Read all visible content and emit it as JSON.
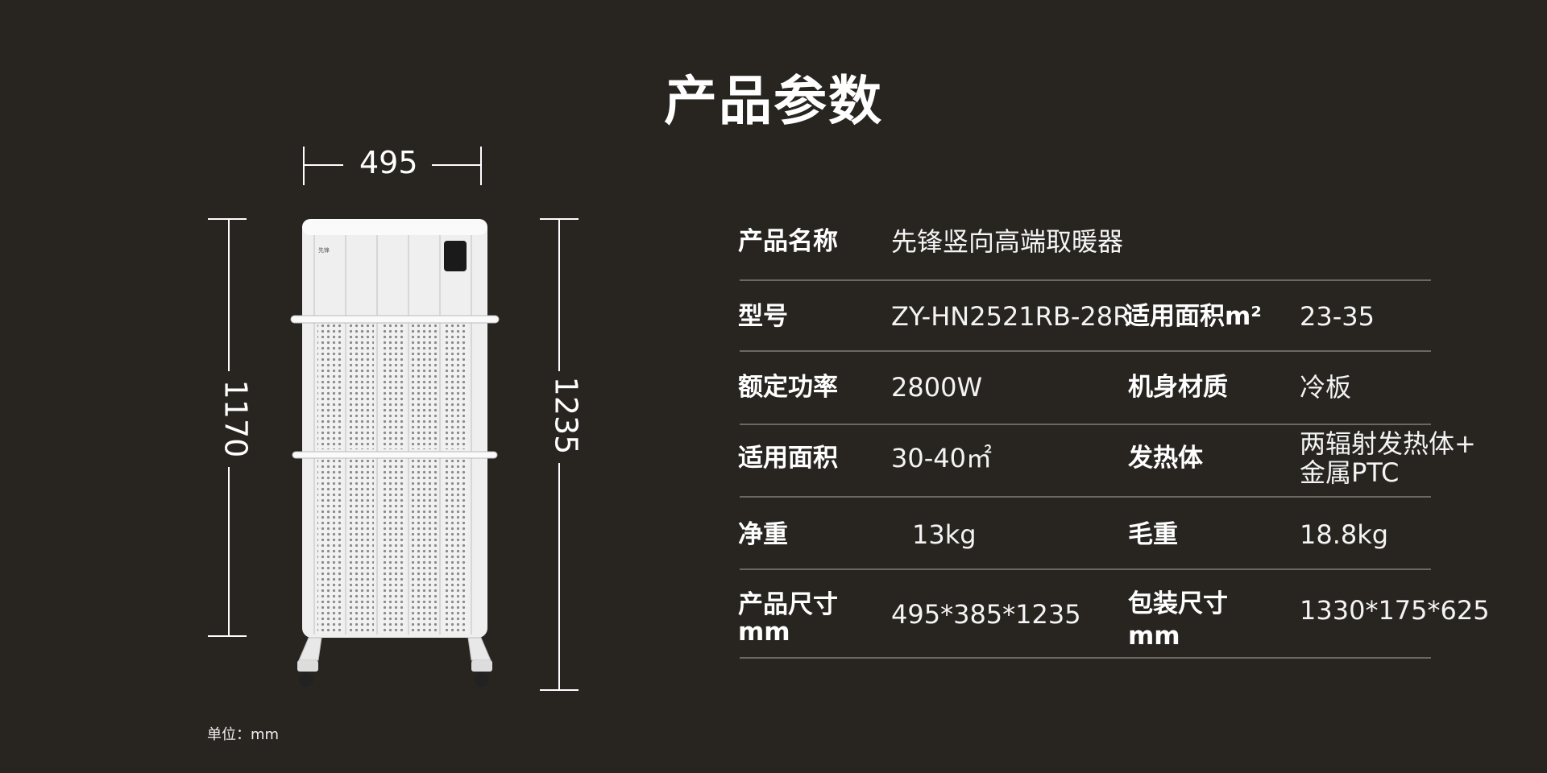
{
  "title": "产品参数",
  "dimensions": {
    "width": "495",
    "height_body": "1170",
    "height_total": "1235",
    "unit_note": "单位：mm"
  },
  "product": {
    "brand_logo": "先锋"
  },
  "specs": [
    {
      "label1": "产品名称",
      "value1": "先锋竖向高端取暖器"
    },
    {
      "label1": "型号",
      "value1": "ZY-HN2521RB-28R",
      "label2": "适用面积m²",
      "value2": "23-35"
    },
    {
      "label1": "额定功率",
      "value1": "2800W",
      "label2": "机身材质",
      "value2": "冷板"
    },
    {
      "label1": "适用面积",
      "value1": "30-40㎡",
      "label2": "发热体",
      "value2": "两辐射发热体+\n金属PTC"
    },
    {
      "label1": "净重",
      "value1": "13kg",
      "label2": "毛重",
      "value2": "18.8kg"
    },
    {
      "label1": "产品尺寸\nmm",
      "value1": "495*385*1235",
      "label2": "包装尺寸\nmm",
      "value2": "1330*175*625"
    }
  ],
  "colors": {
    "background": "#282521",
    "divider": "#6b6864"
  }
}
